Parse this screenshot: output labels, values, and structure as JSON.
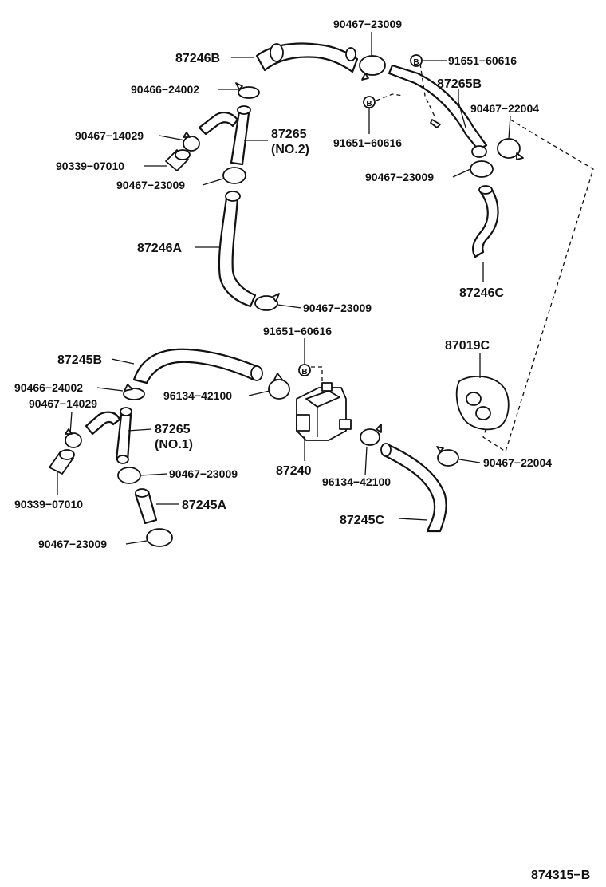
{
  "labels": {
    "p87246B": "87246B",
    "p90467_23009_top": "90467−23009",
    "p91651_60616_a": "91651−60616",
    "p87265B": "87265B",
    "p90466_24002_top": "90466−24002",
    "p90467_22004_top": "90467−22004",
    "p90467_14029_top": "90467−14029",
    "p87265_no2": "87265",
    "p87265_no2_sub": "(NO.2)",
    "p91651_60616_b": "91651−60616",
    "p90339_07010_top": "90339−07010",
    "p90467_23009_b": "90467−23009",
    "p90467_23009_c": "90467−23009",
    "p87246A": "87246A",
    "p87246C": "87246C",
    "p90467_23009_d": "90467−23009",
    "p91651_60616_c": "91651−60616",
    "p87019C": "87019C",
    "p87245B": "87245B",
    "p90466_24002_bot": "90466−24002",
    "p96134_42100_a": "96134−42100",
    "p90467_14029_bot": "90467−14029",
    "p87265_no1": "87265",
    "p87265_no1_sub": "(NO.1)",
    "p87240": "87240",
    "p90467_22004_bot": "90467−22004",
    "p90467_23009_e": "90467−23009",
    "p96134_42100_b": "96134−42100",
    "p90339_07010_bot": "90339−07010",
    "p87245A": "87245A",
    "p87245C": "87245C",
    "p90467_23009_f": "90467−23009",
    "figure_code": "874315−B"
  },
  "markers": {
    "b_symbol": "B"
  }
}
